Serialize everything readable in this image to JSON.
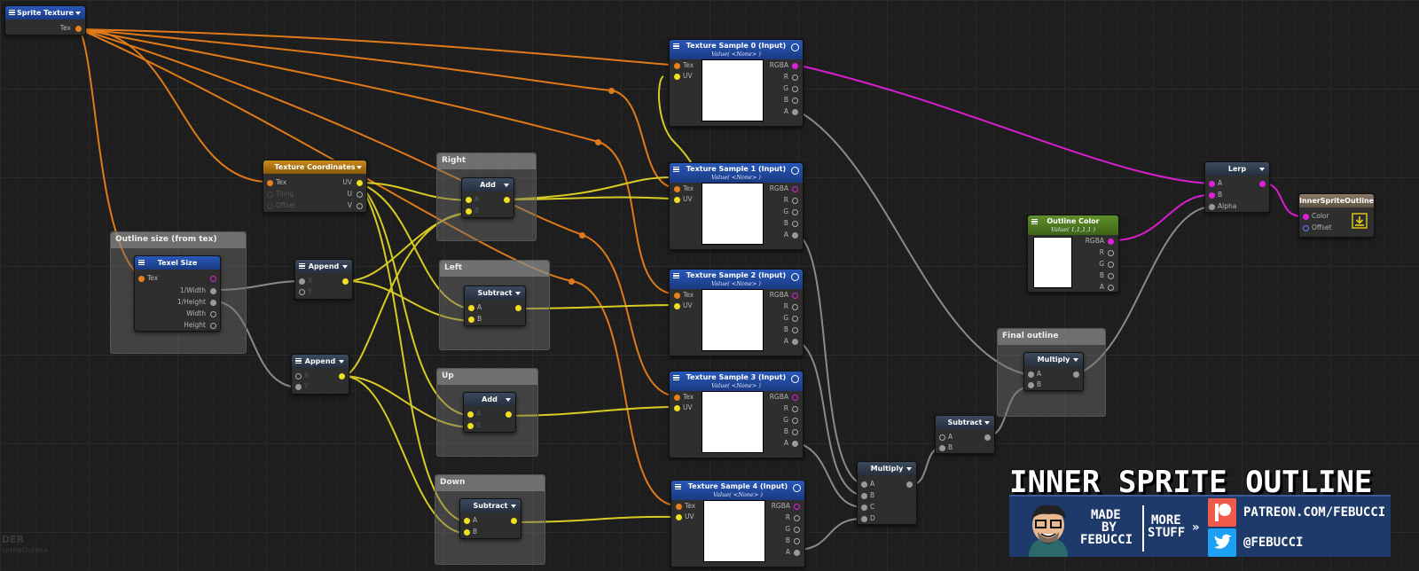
{
  "colors": {
    "tex_wire": "#e07a18",
    "uv_wire": "#d8cc22",
    "rgba_wire": "#d81fd0",
    "float_wire": "#8a8a8a"
  },
  "groups": {
    "outline_size": "Outline size (from tex)",
    "right": "Right",
    "left": "Left",
    "up": "Up",
    "down": "Down",
    "final_outline": "Final outline"
  },
  "nodes": {
    "sprite_texture": {
      "title": "Sprite Texture",
      "out": "Tex"
    },
    "texture_coordinates": {
      "title": "Texture Coordinates",
      "in": [
        "Tex",
        "Tiling",
        "Offset"
      ],
      "out": [
        "UV",
        "U",
        "V"
      ]
    },
    "texel_size": {
      "title": "Texel Size",
      "in": "Tex",
      "out": [
        "1/Width",
        "1/Height",
        "Width",
        "Height"
      ]
    },
    "append_1": {
      "title": "Append",
      "in": [
        "X",
        "Y"
      ]
    },
    "append_2": {
      "title": "Append",
      "in": [
        "X",
        "Y"
      ]
    },
    "add_right": {
      "title": "Add",
      "in": [
        "A",
        "B"
      ]
    },
    "subtract_left": {
      "title": "Subtract",
      "in": [
        "A",
        "B"
      ]
    },
    "add_up": {
      "title": "Add",
      "in": [
        "A",
        "B"
      ]
    },
    "subtract_down": {
      "title": "Subtract",
      "in": [
        "A",
        "B"
      ]
    },
    "tex_sample_0": {
      "title": "Texture Sample 0 (Input)",
      "sub": "Value( <None> )",
      "in": [
        "Tex",
        "UV"
      ],
      "out": [
        "RGBA",
        "R",
        "G",
        "B",
        "A"
      ]
    },
    "tex_sample_1": {
      "title": "Texture Sample 1 (Input)",
      "sub": "Value( <None> )",
      "in": [
        "Tex",
        "UV"
      ],
      "out": [
        "RGBA",
        "R",
        "G",
        "B",
        "A"
      ]
    },
    "tex_sample_2": {
      "title": "Texture Sample 2 (Input)",
      "sub": "Value( <None> )",
      "in": [
        "Tex",
        "UV"
      ],
      "out": [
        "RGBA",
        "R",
        "G",
        "B",
        "A"
      ]
    },
    "tex_sample_3": {
      "title": "Texture Sample 3 (Input)",
      "sub": "Value( <None> )",
      "in": [
        "Tex",
        "UV"
      ],
      "out": [
        "RGBA",
        "R",
        "G",
        "B",
        "A"
      ]
    },
    "tex_sample_4": {
      "title": "Texture Sample 4 (Input)",
      "sub": "Value( <None> )",
      "in": [
        "Tex",
        "UV"
      ],
      "out": [
        "RGBA",
        "R",
        "G",
        "B",
        "A"
      ]
    },
    "multiply_1": {
      "title": "Multiply",
      "in": [
        "A",
        "B",
        "C",
        "D"
      ]
    },
    "subtract_final": {
      "title": "Subtract",
      "in": [
        "A",
        "B"
      ]
    },
    "multiply_final": {
      "title": "Multiply",
      "in": [
        "A",
        "B"
      ]
    },
    "outline_color": {
      "title": "Outline Color",
      "sub": "Value( 1,1,1,1 )",
      "out": [
        "RGBA",
        "R",
        "G",
        "B",
        "A"
      ]
    },
    "lerp": {
      "title": "Lerp",
      "in": [
        "A",
        "B",
        "Alpha"
      ]
    },
    "output": {
      "title": "InnerSpriteOutline",
      "in": [
        "Color",
        "Offset"
      ]
    }
  },
  "banner": {
    "title": "INNER SPRITE OUTLINE",
    "made_by_1": "MADE",
    "made_by_2": "BY",
    "made_by_3": "FEBUCCI",
    "more_1": "MORE",
    "more_2": "STUFF",
    "patreon": "PATREON.COM/FEBUCCI",
    "twitter": "@FEBUCCI"
  },
  "watermark": {
    "main": "DER",
    "sub": "spriteOutline"
  }
}
